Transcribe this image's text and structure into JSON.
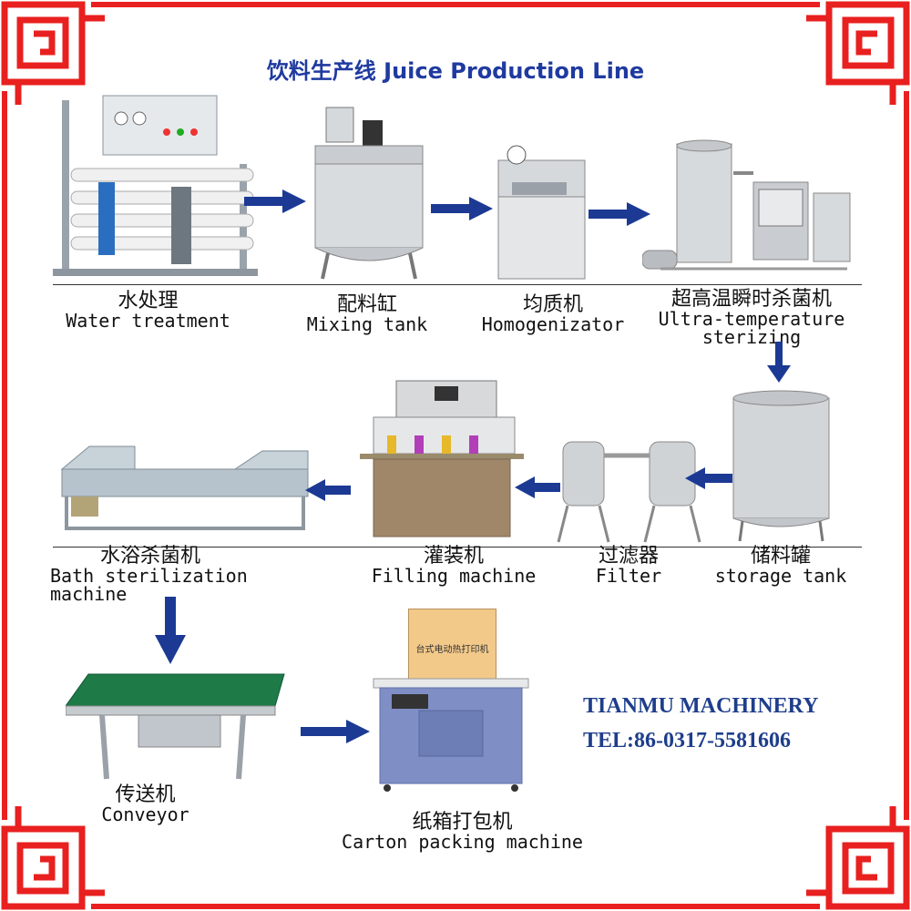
{
  "title": "饮料生产线 Juice Production Line",
  "steps": [
    {
      "zh": "水处理",
      "en": "Water treatment"
    },
    {
      "zh": "配料缸",
      "en": "Mixing tank"
    },
    {
      "zh": "均质机",
      "en": "Homogenizator"
    },
    {
      "zh": "超高温瞬时杀菌机",
      "en": "Ultra-temperature",
      "en2": "sterizing"
    },
    {
      "zh": "储料罐",
      "en": "storage tank"
    },
    {
      "zh": "过滤器",
      "en": "Filter"
    },
    {
      "zh": "灌装机",
      "en": "Filling machine"
    },
    {
      "zh": "水浴杀菌机",
      "en": "Bath sterilization",
      "en2": "machine"
    },
    {
      "zh": "传送机",
      "en": "Conveyor"
    },
    {
      "zh": "纸箱打包机",
      "en": "Carton packing machine"
    }
  ],
  "box_text": "台式电动热打印机",
  "company": {
    "name": "TIANMU MACHINERY",
    "tel": "TEL:86-0317-5581606"
  },
  "colors": {
    "border": "#e8201f",
    "arrow": "#1c3a94",
    "title": "#1f3aa0",
    "company": "#1e3e8c"
  }
}
